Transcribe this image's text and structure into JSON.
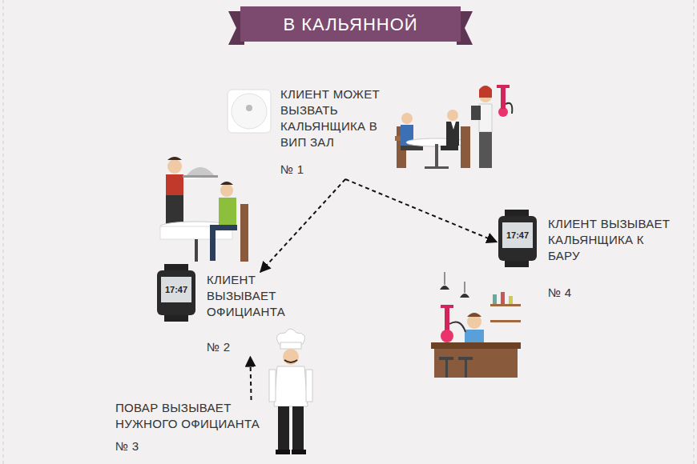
{
  "diagram": {
    "title": "В КАЛЬЯННОЙ",
    "nodes": [
      {
        "text": [
          "КЛИЕНТ МОЖЕТ ВЫЗВАТЬ КАЛЬЯНЩИКА В ВИП ЗАЛ",
          "№ 1"
        ]
      },
      {
        "text": [
          "КЛИЕНТ ВЫЗЫВАЕТ ОФИЦИАНТА",
          "№ 2"
        ]
      },
      {
        "text": [
          "КЛИЕНТ ВЫЗЫВАЕТ КАЛЬЯНЩИКА К БАРУ",
          "№ 4"
        ]
      },
      {
        "text": [
          "ПОВАР ВЫЗЫВАЕТ НУЖНОГО ОФИЦИАНТА",
          "№ 3"
        ]
      }
    ],
    "edges": [
      {
        "from": 0,
        "to": 1,
        "arrow": "to"
      },
      {
        "from": 0,
        "to": 2,
        "arrow": "to"
      },
      {
        "from": 3,
        "to": 1,
        "arrow": "to"
      }
    ],
    "labels": [
      "17:47",
      "17:47"
    ]
  }
}
